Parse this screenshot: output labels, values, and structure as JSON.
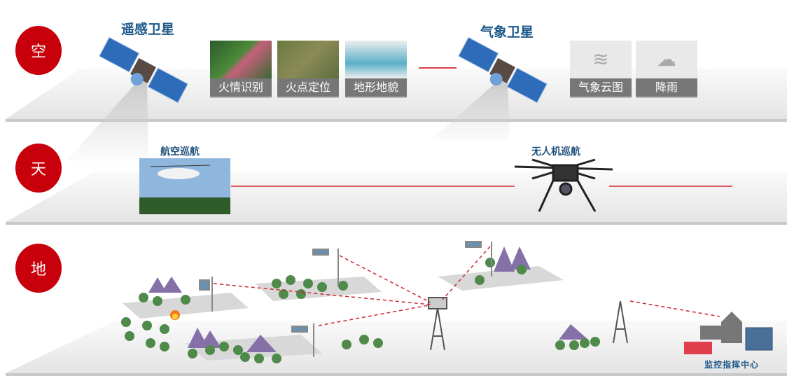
{
  "layers": [
    {
      "label": "空"
    },
    {
      "label": "天"
    },
    {
      "label": "地"
    }
  ],
  "space": {
    "remote_sensing_title": "遥感卫星",
    "remote_sensing_items": [
      "火情识别",
      "火点定位",
      "地形地貌"
    ],
    "weather_title": "气象卫星",
    "weather_items": [
      "气象云图",
      "降雨"
    ]
  },
  "air": {
    "aviation_title": "航空巡航",
    "drone_title": "无人机巡航"
  },
  "ground": {
    "command_center_label": "监控指挥中心"
  },
  "colors": {
    "badge": "#c8000b",
    "title": "#1f5a8a",
    "link": "#c8000b"
  }
}
